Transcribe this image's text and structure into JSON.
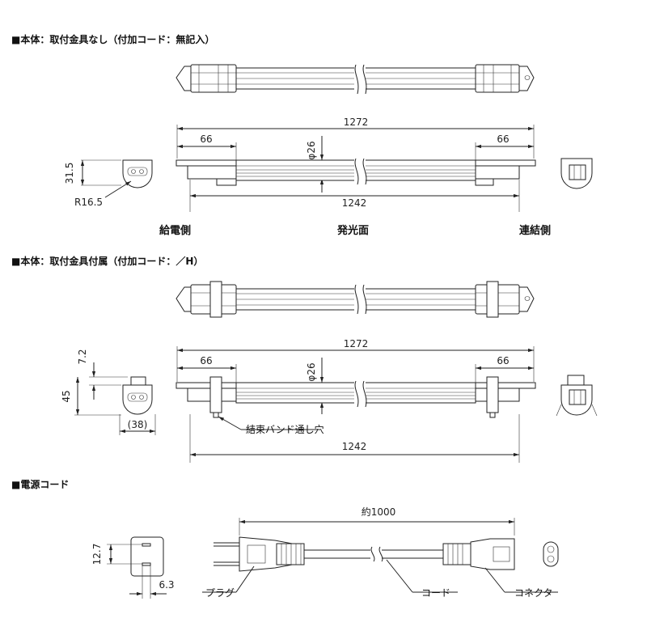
{
  "sections": {
    "no_bracket": {
      "title": "■本体：取付金具なし（付加コード：無記入）"
    },
    "with_bracket": {
      "title": "■本体：取付金具付属（付加コード：／H）"
    },
    "power_cord": {
      "title": "■電源コード"
    }
  },
  "labels": {
    "feed_side": "給電側",
    "emit_face": "発光面",
    "link_side": "連結側",
    "band_hole": "結束バンド通し穴",
    "plug": "プラグ",
    "cord": "コード",
    "connector": "コネクタ"
  },
  "dimensions": {
    "s1_total": "1272",
    "s1_left": "66",
    "s1_right": "66",
    "s1_dia": "φ26",
    "s1_inner": "1242",
    "s1_height": "31.5",
    "s1_radius": "R16.5",
    "s2_total": "1272",
    "s2_left": "66",
    "s2_right": "66",
    "s2_dia": "φ26",
    "s2_inner": "1242",
    "s2_top": "7.2",
    "s2_height": "45",
    "s2_width": "(38)",
    "cord_len": "約1000",
    "plug_h": "12.7",
    "plug_pin": "6.3"
  },
  "colors": {
    "line": "#222222",
    "background": "#ffffff"
  }
}
